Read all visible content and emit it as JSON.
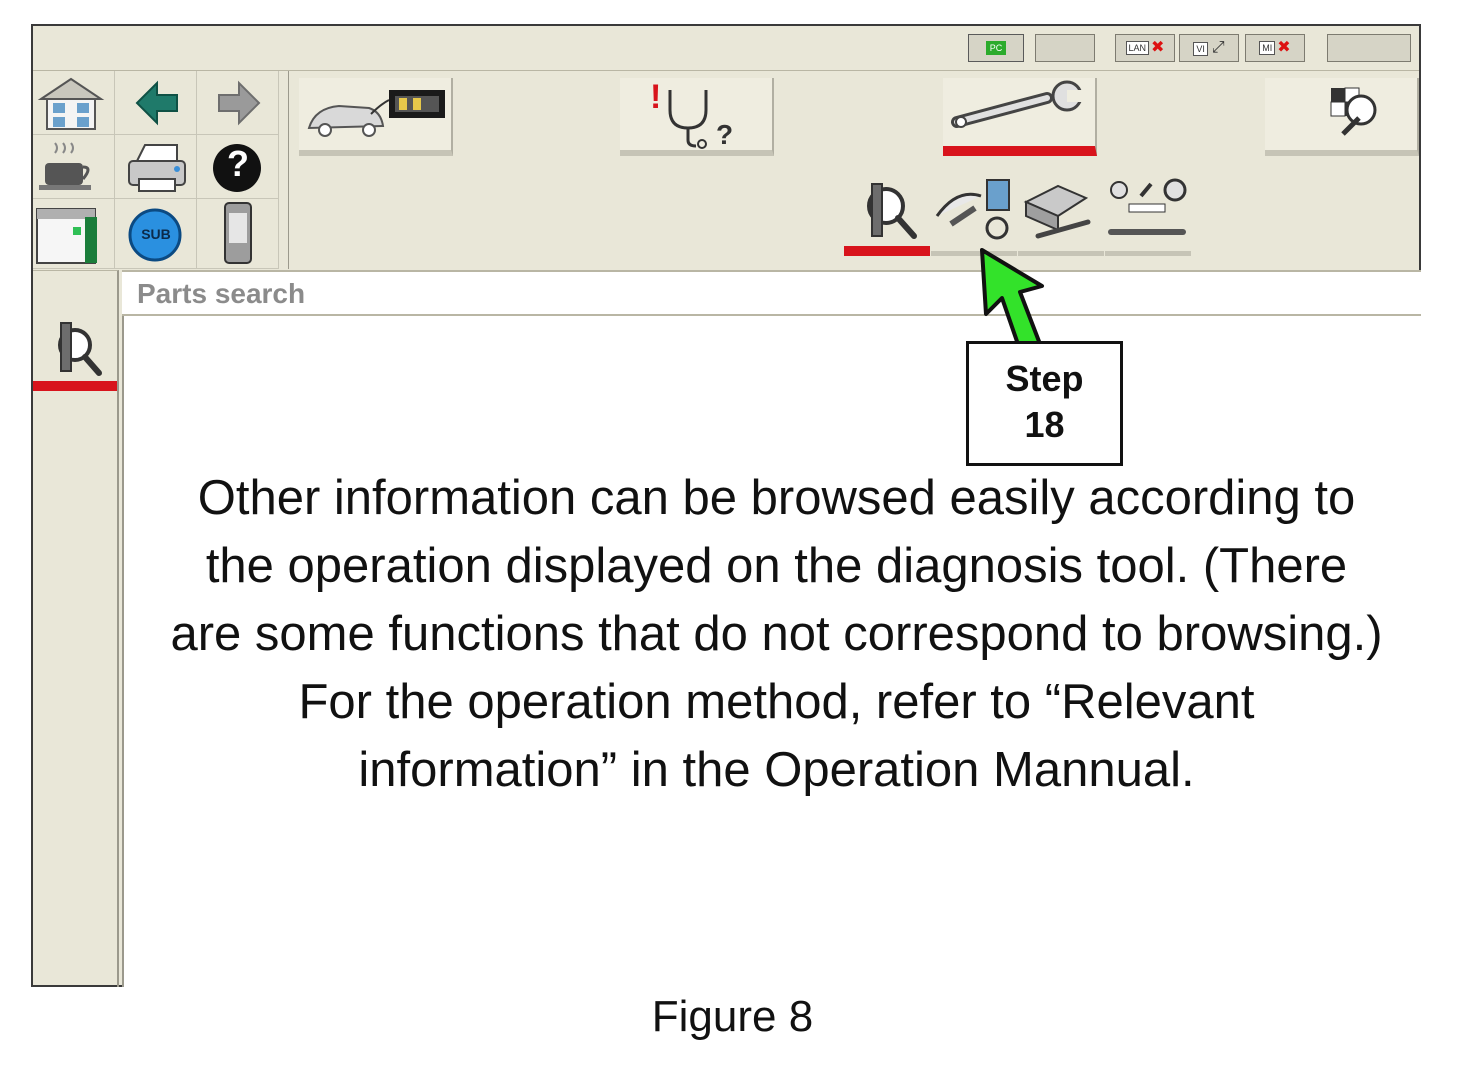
{
  "status_indicators": {
    "pc": "PC",
    "lan": "LAN",
    "vi": "VI",
    "mi": "MI"
  },
  "toolbar": {
    "left_grid": [
      "home-icon",
      "back-arrow-icon",
      "forward-arrow-icon",
      "coffee-cup-icon",
      "printer-icon",
      "help-icon",
      "screen-capture-icon",
      "sub-icon",
      "phone-icon"
    ],
    "sub_label": "SUB",
    "help_label": "?",
    "main_buttons": [
      "vehicle-diagnosis-icon",
      "diagnosis-support-icon",
      "repair-info-icon",
      "settings-icon"
    ],
    "active_main": "repair-info-icon",
    "sub_buttons": [
      "parts-search-icon",
      "service-procedure-icon",
      "repair-manual-icon",
      "specifications-icon"
    ],
    "active_sub": "parts-search-icon"
  },
  "page": {
    "title": "Parts search",
    "info": "Other information can be browsed easily according to the operation displayed on the diagnosis tool. (There are some functions that do not correspond to browsing.) For the operation method, refer to “Relevant information” in the Operation Mannual."
  },
  "callout": {
    "line1": "Step",
    "line2": "18"
  },
  "caption": "Figure 8",
  "colors": {
    "active_underline": "#d8141c",
    "arrow": "#33e22a",
    "panel": "#e9e7d8"
  }
}
